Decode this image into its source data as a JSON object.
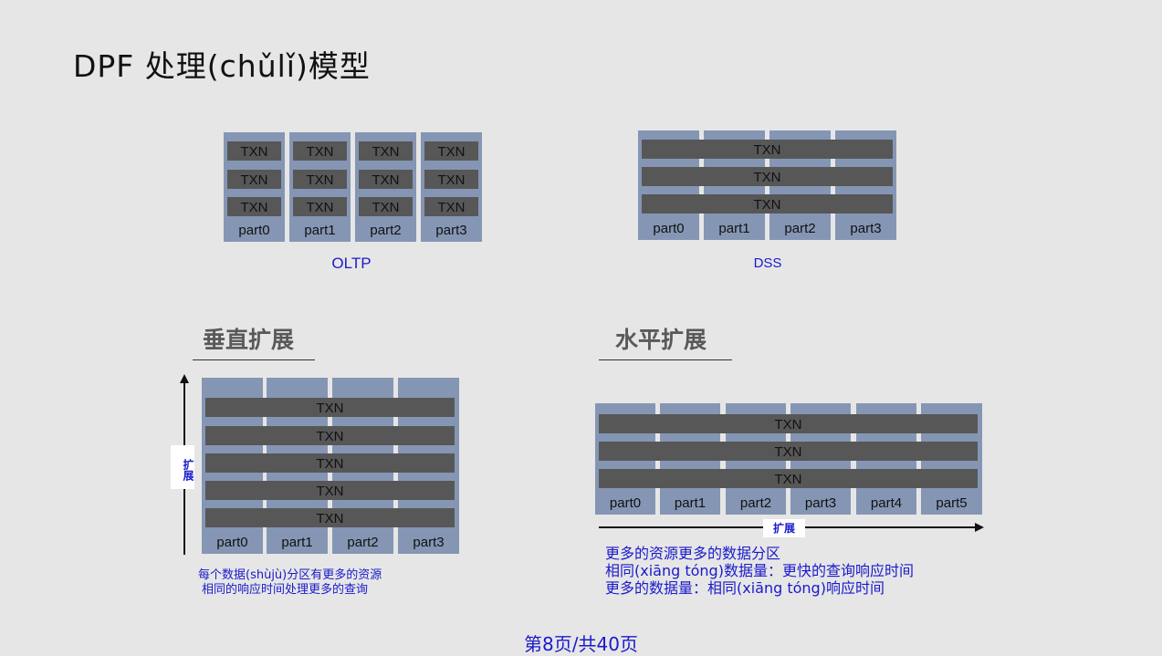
{
  "title": "DPF 处理(chǔlǐ)模型",
  "oltp": {
    "parts": [
      "part0",
      "part1",
      "part2",
      "part3"
    ],
    "txn": "TXN",
    "caption": "OLTP"
  },
  "dss": {
    "parts": [
      "part0",
      "part1",
      "part2",
      "part3"
    ],
    "txn": "TXN",
    "caption": "DSS"
  },
  "vertical": {
    "heading": "垂直扩展",
    "parts": [
      "part0",
      "part1",
      "part2",
      "part3"
    ],
    "txn": "TXN",
    "axis_label": "扩展",
    "notes": [
      "每个数据(shùjù)分区有更多的资源",
      "相同的响应时间处理更多的查询"
    ]
  },
  "horizontal": {
    "heading": "水平扩展",
    "parts": [
      "part0",
      "part1",
      "part2",
      "part3",
      "part4",
      "part5"
    ],
    "txn": "TXN",
    "axis_label": "扩展",
    "notes": [
      "更多的资源更多的数据分区",
      "相同(xiāng tóng)数据量：更快的查询响应时间",
      "更多的数据量：相同(xiāng tóng)响应时间"
    ]
  },
  "footer": "第8页/共40页"
}
